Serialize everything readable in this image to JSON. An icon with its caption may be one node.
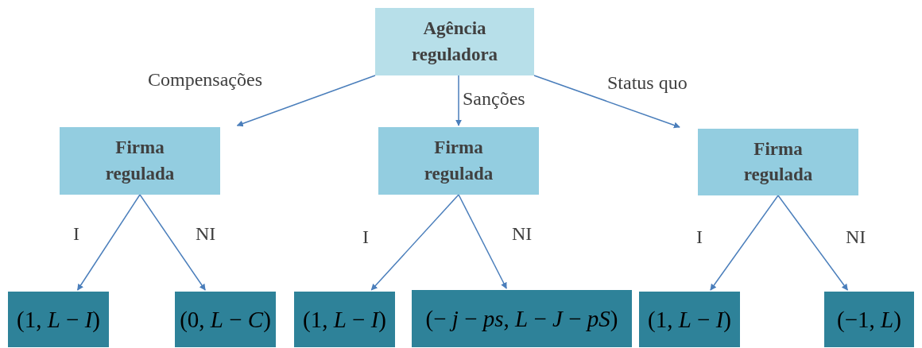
{
  "diagram": {
    "nodes": [
      {
        "text": [
          "Agência reguladora"
        ]
      },
      {
        "text": [
          "Firma regulada"
        ]
      },
      {
        "text": [
          "Firma regulada"
        ]
      },
      {
        "text": [
          "Firma regulada"
        ]
      },
      {
        "text": [
          "(1, *L* − *I*)"
        ]
      },
      {
        "text": [
          "(0, *L* − *C*)"
        ]
      },
      {
        "text": [
          "(1, *L* − *I*)"
        ]
      },
      {
        "text": [
          "(− *j* − *ps*, *L* − *J* − *pS*)"
        ]
      },
      {
        "text": [
          "(1, *L* − *I*)"
        ]
      },
      {
        "text": [
          "(−1, *L*)"
        ]
      }
    ],
    "edges": [
      {
        "from": 0,
        "to": 1,
        "arrow": "to",
        "label": "Compensações"
      },
      {
        "from": 0,
        "to": 2,
        "arrow": "to",
        "label": "Sanções"
      },
      {
        "from": 0,
        "to": 3,
        "arrow": "to",
        "label": "Status quo"
      },
      {
        "from": 1,
        "to": 4,
        "arrow": "to",
        "label": "I"
      },
      {
        "from": 1,
        "to": 5,
        "arrow": "to",
        "label": "NI"
      },
      {
        "from": 2,
        "to": 6,
        "arrow": "to",
        "label": "I"
      },
      {
        "from": 2,
        "to": 7,
        "arrow": "to",
        "label": "NI"
      },
      {
        "from": 3,
        "to": 8,
        "arrow": "to",
        "label": "I"
      },
      {
        "from": 3,
        "to": 9,
        "arrow": "to",
        "label": "NI"
      }
    ]
  }
}
